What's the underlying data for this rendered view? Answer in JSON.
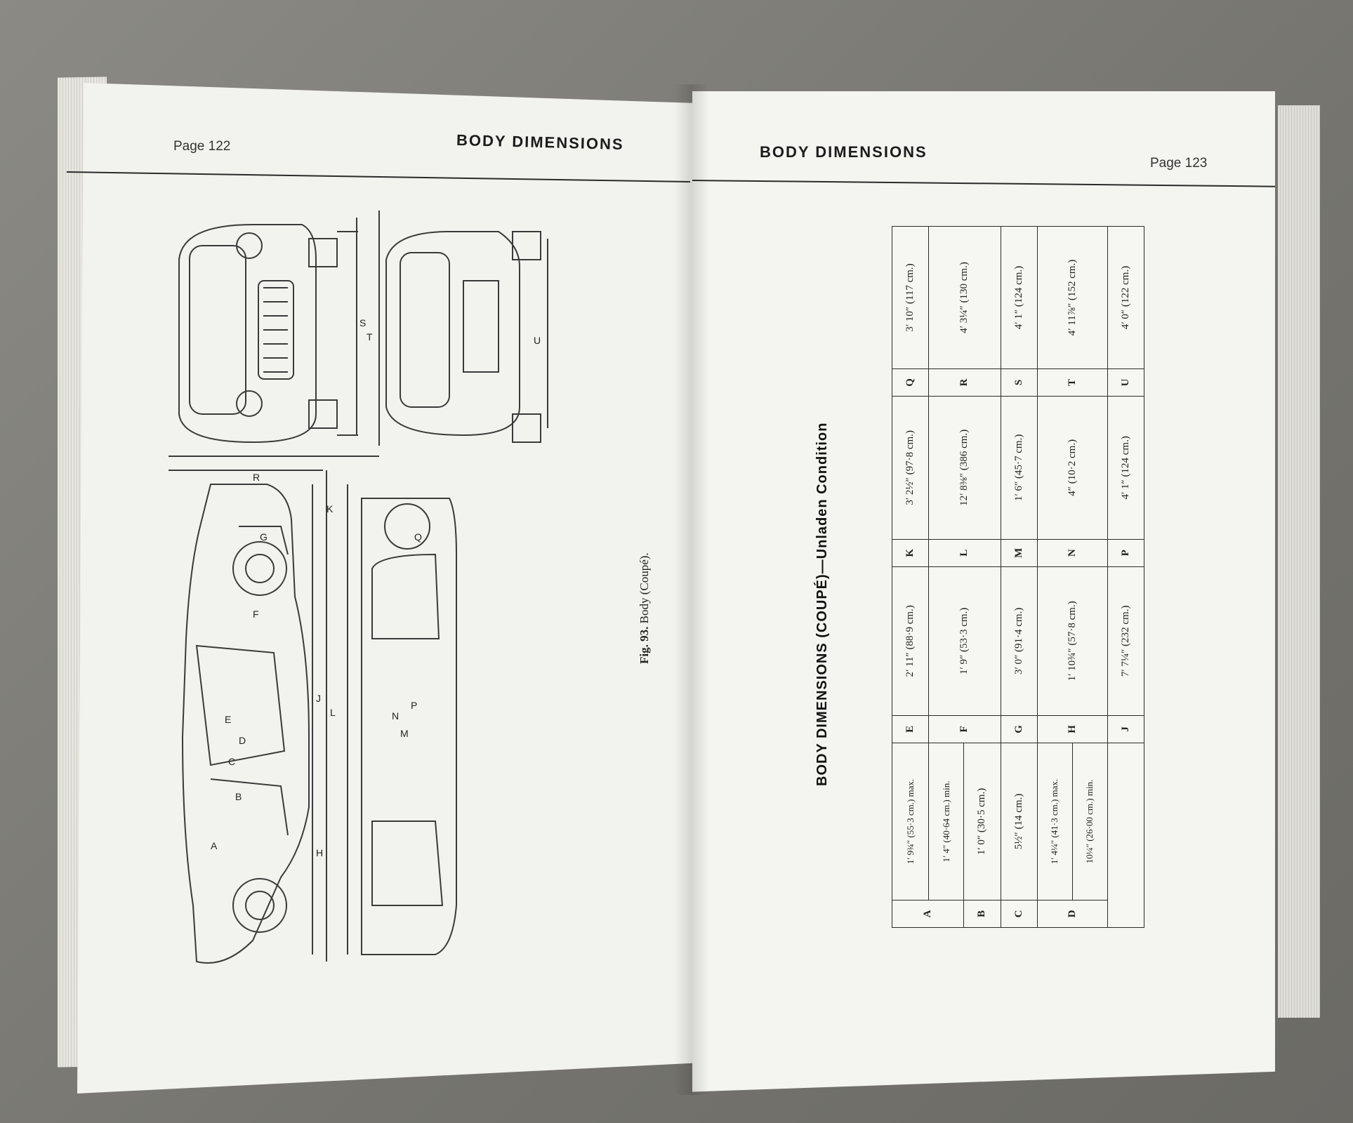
{
  "left_page": {
    "page_number": "Page 122",
    "running_title": "BODY DIMENSIONS",
    "figure_caption_number": "Fig. 93.",
    "figure_caption_text": "Body (Coupé).",
    "drawing_labels": {
      "front_view": [
        "R",
        "S",
        "T"
      ],
      "rear_view": [
        "U"
      ],
      "side_view": [
        "A",
        "B",
        "C",
        "D",
        "E",
        "F",
        "G",
        "H",
        "J",
        "K",
        "L"
      ],
      "top_view": [
        "M",
        "N",
        "P",
        "Q"
      ]
    }
  },
  "right_page": {
    "page_number": "Page 123",
    "running_title": "BODY DIMENSIONS",
    "table_title": "BODY DIMENSIONS (COUPÉ)—Unladen Condition",
    "table": {
      "group1": [
        {
          "letter": "A",
          "values": [
            "1′ 9¾″ (55·3 cm.) max.",
            "1′ 4″ (40·64 cm.) min."
          ]
        },
        {
          "letter": "B",
          "values": [
            "1′ 0″ (30·5 cm.)"
          ]
        },
        {
          "letter": "C",
          "values": [
            "5½″ (14 cm.)"
          ]
        },
        {
          "letter": "D",
          "values": [
            "1′ 4¼″ (41·3 cm.) max.",
            "10¼″ (26·00 cm.) min."
          ]
        }
      ],
      "group2": [
        {
          "letter": "E",
          "value": "2′ 11″ (88·9 cm.)"
        },
        {
          "letter": "F",
          "value": "1′ 9″ (53·3 cm.)"
        },
        {
          "letter": "G",
          "value": "3′ 0″ (91·4 cm.)"
        },
        {
          "letter": "H",
          "value": "1′ 10¾″ (57·8 cm.)"
        },
        {
          "letter": "J",
          "value": "7′ 7¼″ (232 cm.)"
        }
      ],
      "group3": [
        {
          "letter": "K",
          "value": "3′ 2½″ (97·8 cm.)"
        },
        {
          "letter": "L",
          "value": "12′ 8⅜″ (386 cm.)"
        },
        {
          "letter": "M",
          "value": "1′ 6″ (45·7 cm.)"
        },
        {
          "letter": "N",
          "value": "4″ (10·2 cm.)"
        },
        {
          "letter": "P",
          "value": "4′ 1″ (124 cm.)"
        }
      ],
      "group4": [
        {
          "letter": "Q",
          "value": "3′ 10″ (117 cm.)"
        },
        {
          "letter": "R",
          "value": "4′ 3¼″ (130 cm.)"
        },
        {
          "letter": "S",
          "value": "4′ 1″ (124 cm.)"
        },
        {
          "letter": "T",
          "value": "4′ 11⅞″ (152 cm.)"
        },
        {
          "letter": "U",
          "value": "4′ 0″ (122 cm.)"
        }
      ]
    }
  }
}
